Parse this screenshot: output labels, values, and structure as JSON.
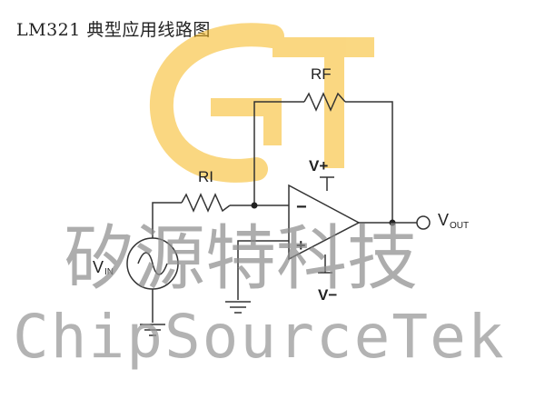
{
  "title": "LM321 典型应用线路图",
  "labels": {
    "rf": "RF",
    "ri": "RI",
    "v_plus": "V+",
    "v_minus": "V−",
    "inverting": "−",
    "noninverting": "+",
    "vin_main": "V",
    "vin_sub": "IN",
    "vout_main": "V",
    "vout_sub": "OUT"
  },
  "watermark": {
    "logo": "GT",
    "cn": "矽源特科技",
    "en": "ChipSourceTek"
  },
  "colors": {
    "logo": "#f6b81c",
    "wire": "#333333",
    "watermark": "#8e8e8e"
  }
}
